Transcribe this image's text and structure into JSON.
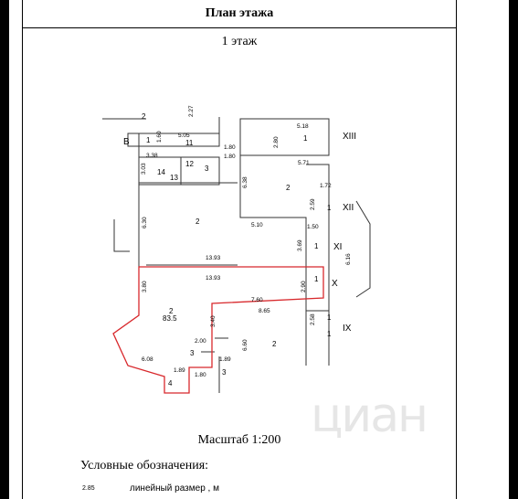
{
  "document": {
    "title": "План этажа",
    "floor": "1 этаж",
    "scale": "Масштаб 1:200",
    "legend_title": "Условные обозначения:",
    "legend_dim_example": "2.85",
    "legend_dim_text": "линейный размер , м",
    "watermark": "циан"
  },
  "plan": {
    "rooms": [
      "2",
      "1",
      "11",
      "12",
      "13",
      "14",
      "3",
      "1",
      "2",
      "2",
      "1",
      "1",
      "1",
      "1",
      "1",
      "2",
      "2",
      "3",
      "3",
      "4"
    ],
    "area_label": "83.5",
    "dims": [
      "2.27",
      "1.60",
      "5.05",
      "3.38",
      "3.03",
      "1.80",
      "1.80",
      "2.80",
      "5.18",
      "5.71",
      "6.38",
      "1.72",
      "2.59",
      "6.30",
      "5.10",
      "1.50",
      "3.69",
      "6.16",
      "13.93",
      "13.93",
      "3.80",
      "2.90",
      "7.60",
      "8.65",
      "3.40",
      "2.58",
      "2.00",
      "6.60",
      "6.08",
      "1.89",
      "1.89",
      "1.80"
    ],
    "roman": [
      "B",
      "XIII",
      "XII",
      "XI",
      "X",
      "IX"
    ]
  }
}
